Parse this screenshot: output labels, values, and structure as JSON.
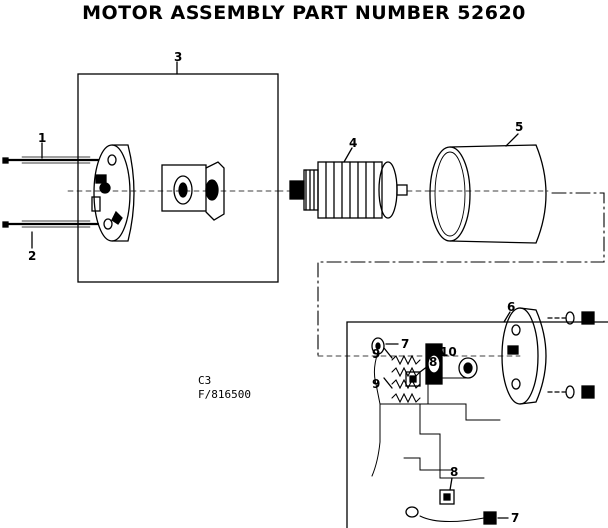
{
  "title": "MOTOR ASSEMBLY PART NUMBER 52620",
  "callouts": {
    "c1": "1",
    "c2": "2",
    "c3": "3",
    "c4": "4",
    "c5": "5",
    "c6": "6",
    "c7a": "7",
    "c7b": "7",
    "c8a": "8",
    "c8b": "8",
    "c9a": "9",
    "c9b": "9",
    "c10": "10"
  },
  "codes": {
    "line1": "C3",
    "line2": "F/816500"
  },
  "colors": {
    "ink": "#000000",
    "paper": "#ffffff"
  }
}
